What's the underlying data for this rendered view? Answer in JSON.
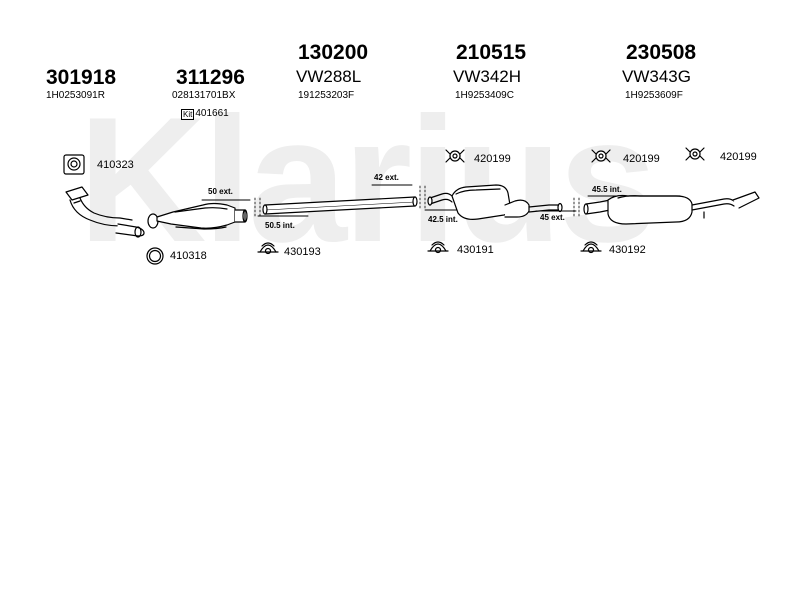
{
  "watermark": "Klarius",
  "parts": [
    {
      "number": "301918",
      "ref": "",
      "oem": "1H0253091R"
    },
    {
      "number": "311296",
      "ref": "",
      "oem": "028131701BX"
    },
    {
      "number": "130200",
      "ref": "VW288L",
      "oem": "191253203F"
    },
    {
      "number": "210515",
      "ref": "VW342H",
      "oem": "1H9253409C"
    },
    {
      "number": "230508",
      "ref": "VW343G",
      "oem": "1H9253609F"
    }
  ],
  "kit": {
    "label": "Kit",
    "number": "401661"
  },
  "accessories": {
    "gasket_top": "410323",
    "gasket_bottom": "410318",
    "mount_1": "430193",
    "mount_2": "430191",
    "mount_3": "430192",
    "hanger_1": "420199",
    "hanger_2": "420199",
    "hanger_3": "420199"
  },
  "dimensions": {
    "d1": "50 ext.",
    "d2": "50.5 int.",
    "d3": "42 ext.",
    "d4": "42.5 int.",
    "d5": "45 ext.",
    "d6": "45.5 int."
  }
}
